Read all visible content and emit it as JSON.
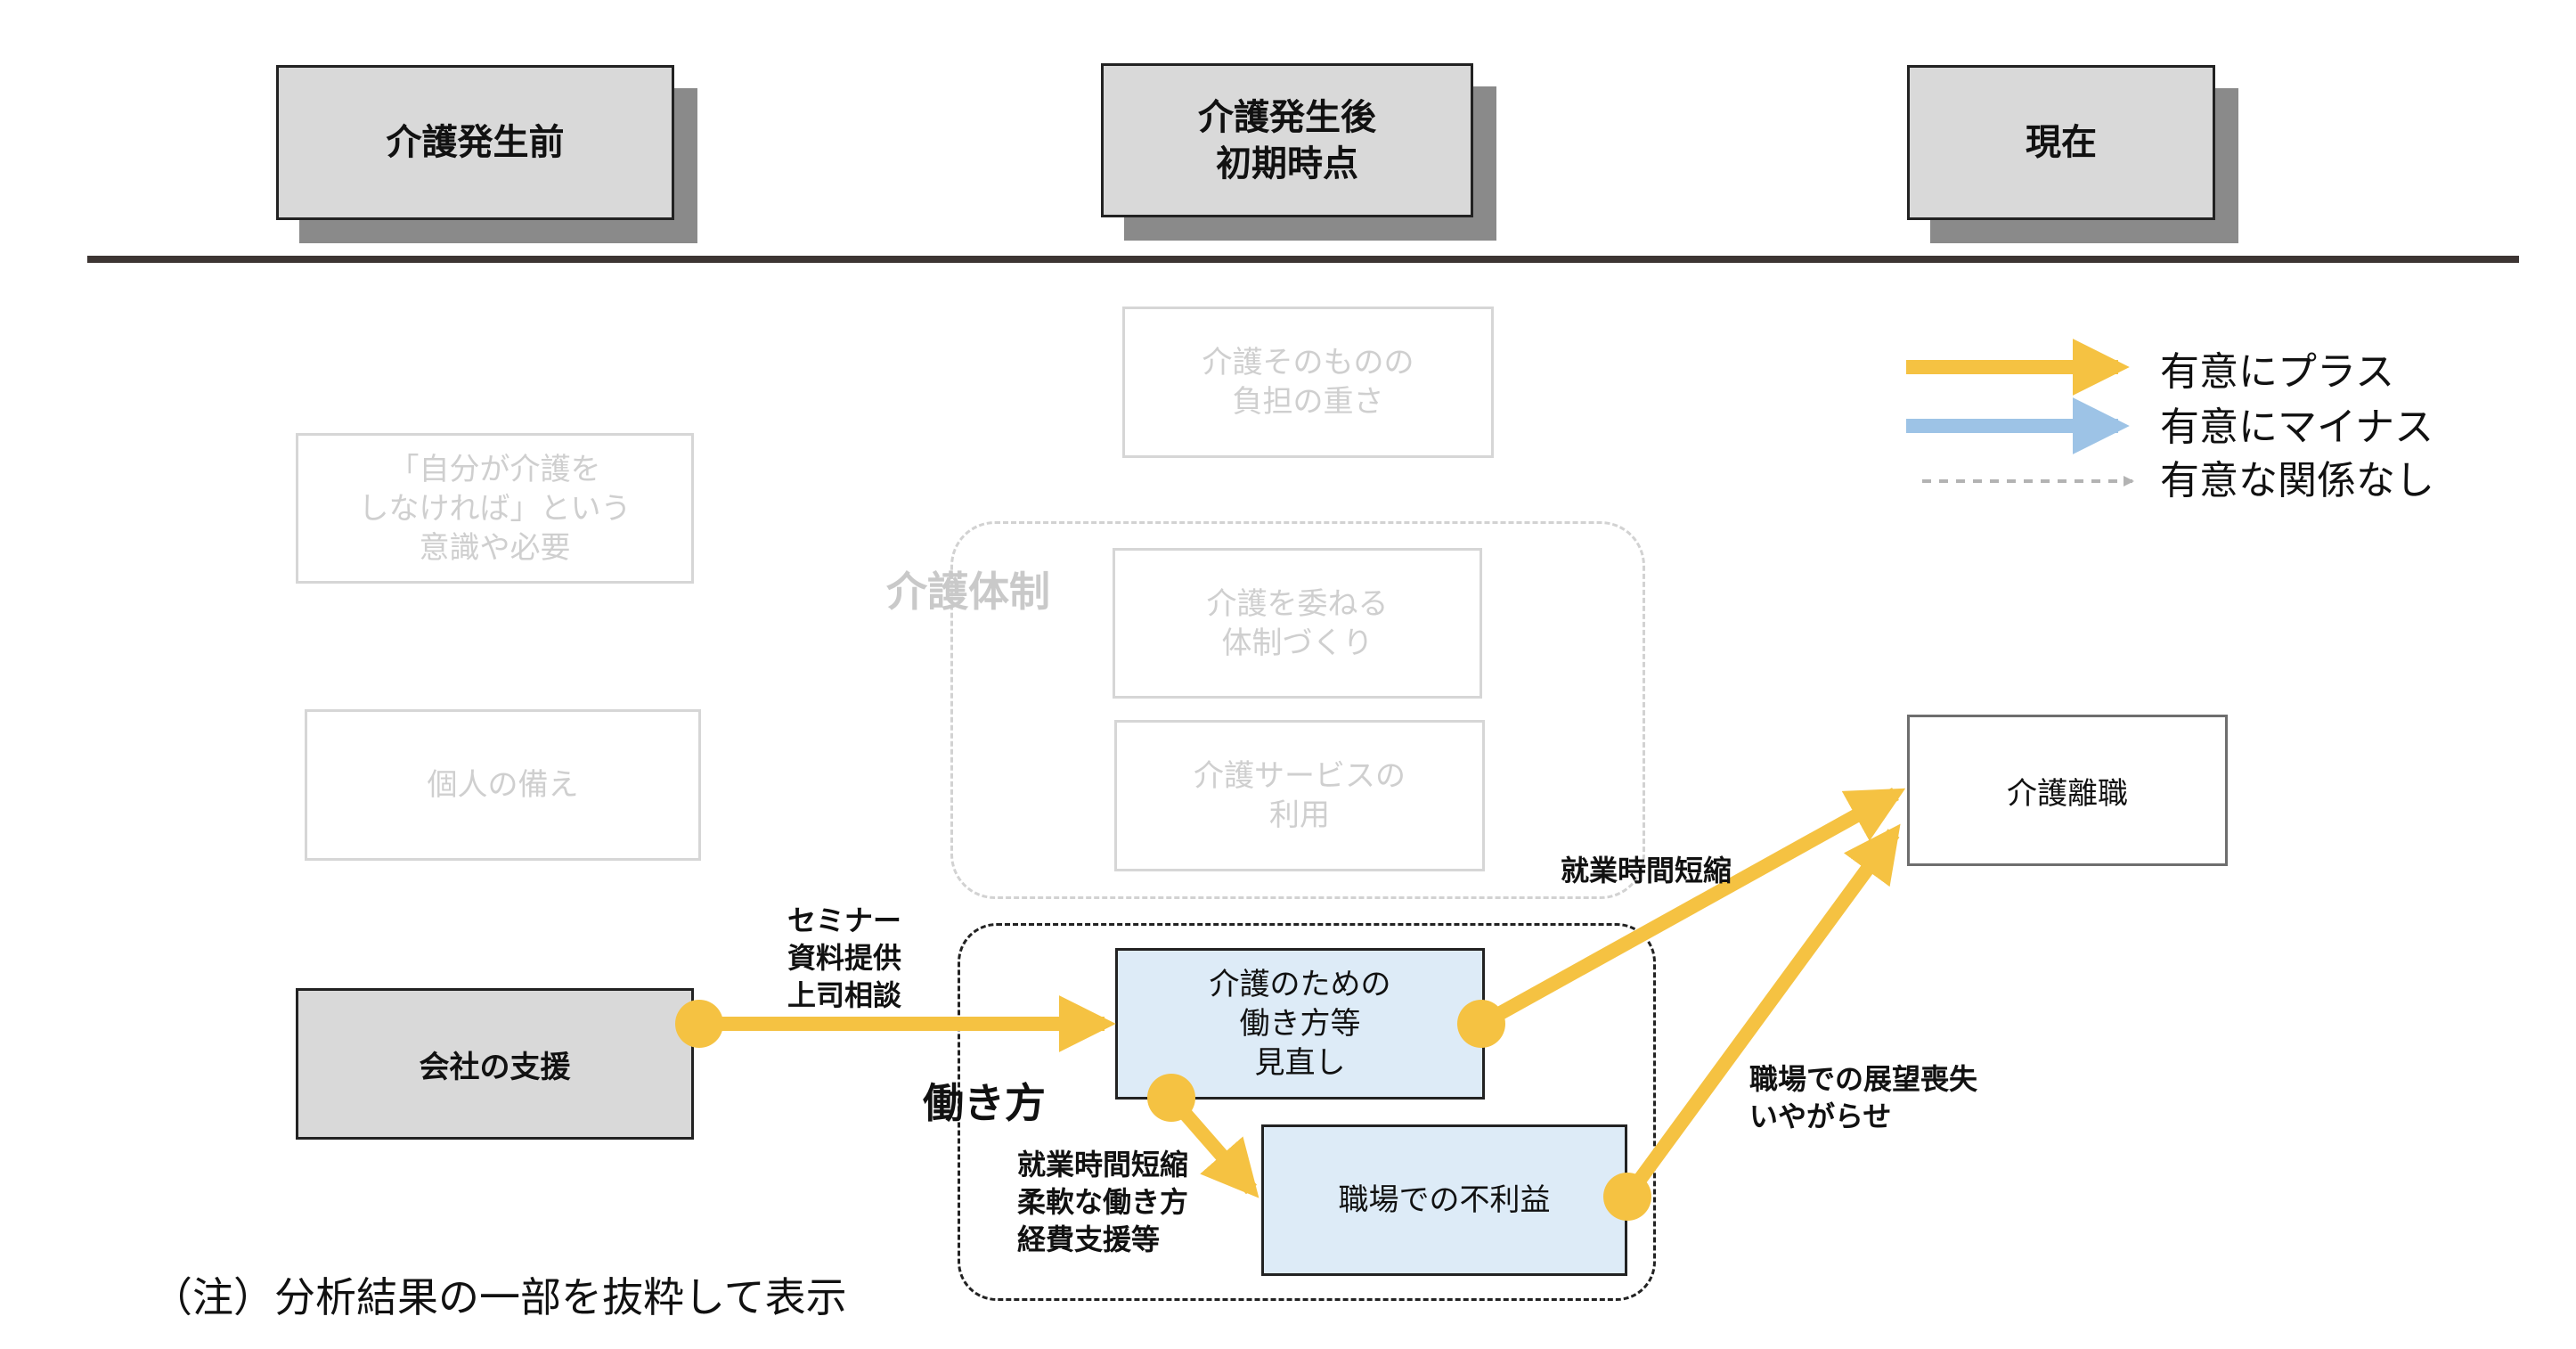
{
  "header": {
    "before": "介護発生前",
    "after_initial": "介護発生後\n初期時点",
    "present": "現在"
  },
  "faded": {
    "burden": "介護そのものの\n負担の重さ",
    "awareness": "「自分が介護を\nしなければ」という\n意識や必要",
    "system_group": "介護体制",
    "entrust": "介護を委ねる\n体制づくり",
    "service": "介護サービスの\n利用",
    "personal": "個人の備え"
  },
  "nodes": {
    "support": "会社の支援",
    "workstyle_review": "介護のための\n働き方等\n見直し",
    "disadvantage": "職場での不利益",
    "resignation": "介護離職"
  },
  "groups": {
    "workstyle": "働き方"
  },
  "edges": {
    "support_to_review": "セミナー\n資料提供\n上司相談",
    "review_to_resign": "就業時間短縮",
    "review_to_disadvantage": "就業時間短縮\n柔軟な働き方\n経費支援等",
    "disadvantage_to_resign": "職場での展望喪失\nいやがらせ"
  },
  "legend": {
    "plus": "有意にプラス",
    "minus": "有意にマイナス",
    "none": "有意な関係なし"
  },
  "colors": {
    "plus": "#f5c242",
    "minus": "#9dc3e6",
    "none": "#b3b3b3"
  },
  "note": "（注）分析結果の一部を抜粋して表示"
}
